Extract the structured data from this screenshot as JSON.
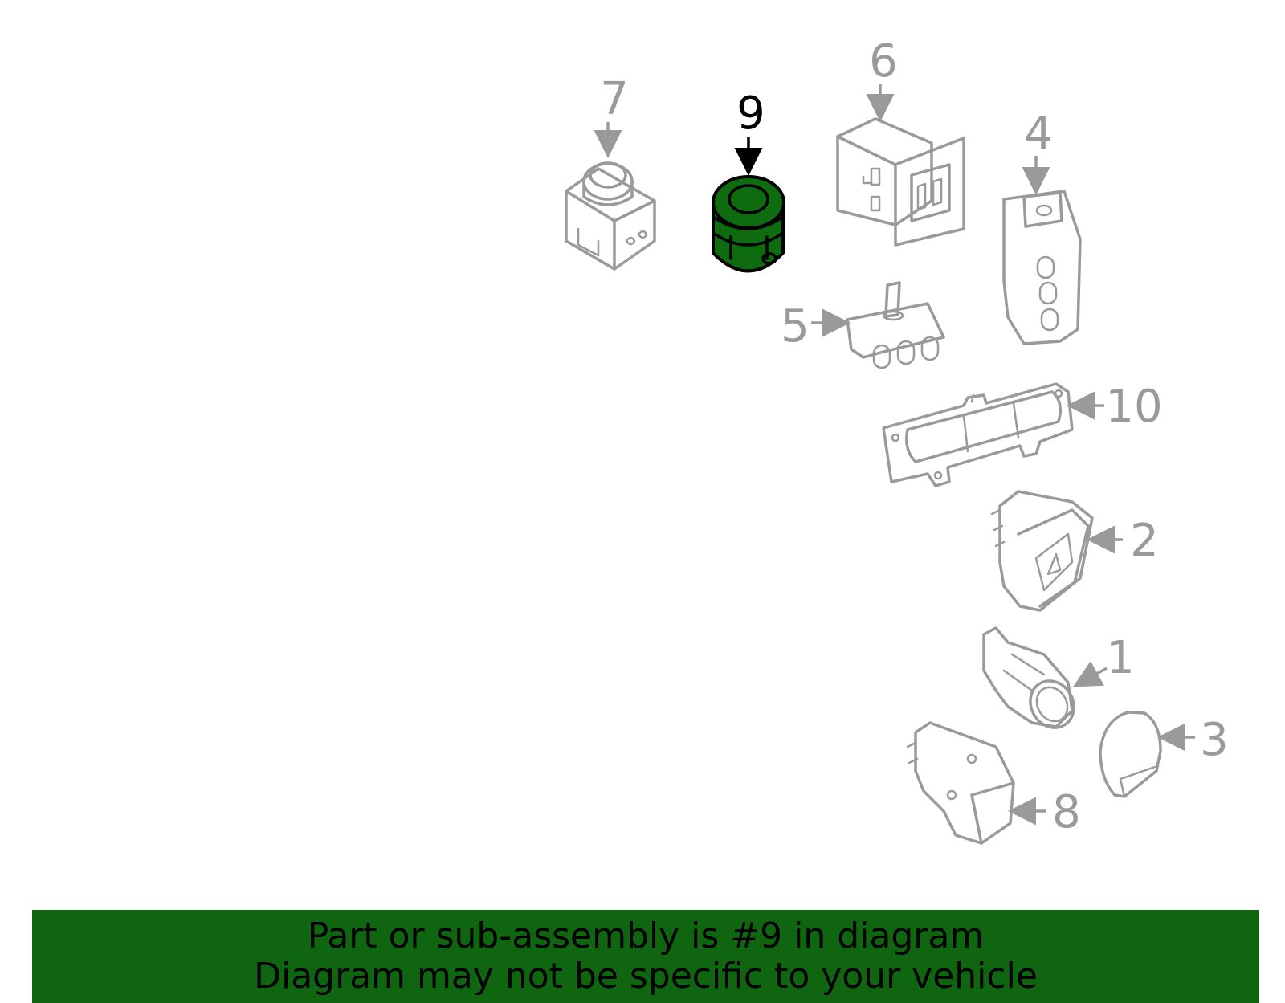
{
  "callouts": {
    "c1": "1",
    "c2": "2",
    "c3": "3",
    "c4": "4",
    "c5": "5",
    "c6": "6",
    "c7": "7",
    "c8": "8",
    "c9": "9",
    "c10": "10"
  },
  "highlight": {
    "part": "9",
    "color": "#0f6b0f"
  },
  "colors": {
    "linework": "#9a9a9a",
    "banner": "#106510"
  },
  "banner": {
    "line1": "Part or sub-assembly is #9 in diagram",
    "line2": "Diagram may not be specific to your vehicle"
  }
}
